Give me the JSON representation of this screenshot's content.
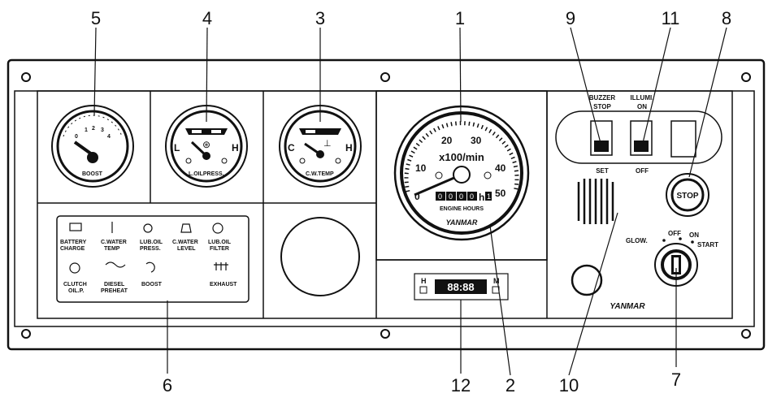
{
  "callouts": [
    "1",
    "2",
    "3",
    "4",
    "5",
    "6",
    "7",
    "8",
    "9",
    "10",
    "11",
    "12"
  ],
  "gauges": {
    "boost": {
      "label": "BOOST",
      "ticks": [
        "0",
        "1",
        "2",
        "3",
        "4"
      ]
    },
    "oil_pressure": {
      "label": "L.OILPRESS.",
      "low": "L",
      "high": "H"
    },
    "water_temp": {
      "label": "C.W.TEMP",
      "low": "C",
      "high": "H"
    }
  },
  "tachometer": {
    "ticks": [
      "0",
      "10",
      "20",
      "30",
      "40",
      "50"
    ],
    "unit": "x100/min",
    "hour_digits": [
      "0",
      "0",
      "0",
      "0",
      "1"
    ],
    "hour_unit": "h",
    "hours_label": "ENGINE HOURS",
    "brand": "YANMAR"
  },
  "alarm_panel": [
    {
      "icon": "battery-icon",
      "line1": "BATTERY",
      "line2": "CHARGE"
    },
    {
      "icon": "thermometer-icon",
      "line1": "C.WATER",
      "line2": "TEMP"
    },
    {
      "icon": "oil-can-icon",
      "line1": "LUB.OIL",
      "line2": "PRESS."
    },
    {
      "icon": "water-level-icon",
      "line1": "C.WATER",
      "line2": "LEVEL"
    },
    {
      "icon": "oil-filter-icon",
      "line1": "LUB.OIL",
      "line2": "FILTER"
    },
    {
      "icon": "clutch-icon",
      "line1": "CLUTCH",
      "line2": "OIL.P."
    },
    {
      "icon": "preheat-coil-icon",
      "line1": "DIESEL",
      "line2": "PREHEAT"
    },
    {
      "icon": "turbo-icon",
      "line1": "BOOST",
      "line2": ""
    },
    {
      "icon": "exhaust-icon",
      "line1": "EXHAUST",
      "line2": ""
    }
  ],
  "switches": {
    "buzzer": {
      "top1": "BUZZER",
      "top2": "STOP",
      "bottom": "SET"
    },
    "illumination": {
      "top1": "ILLUMI.",
      "top2": "ON",
      "bottom": "OFF"
    }
  },
  "stop_button": "STOP",
  "key_switch": {
    "glow": "GLOW.",
    "off": "OFF",
    "on": "ON",
    "start": "START"
  },
  "hour_meter": {
    "left": "H",
    "right": "M",
    "display": "88:88"
  },
  "brand": "YANMAR"
}
